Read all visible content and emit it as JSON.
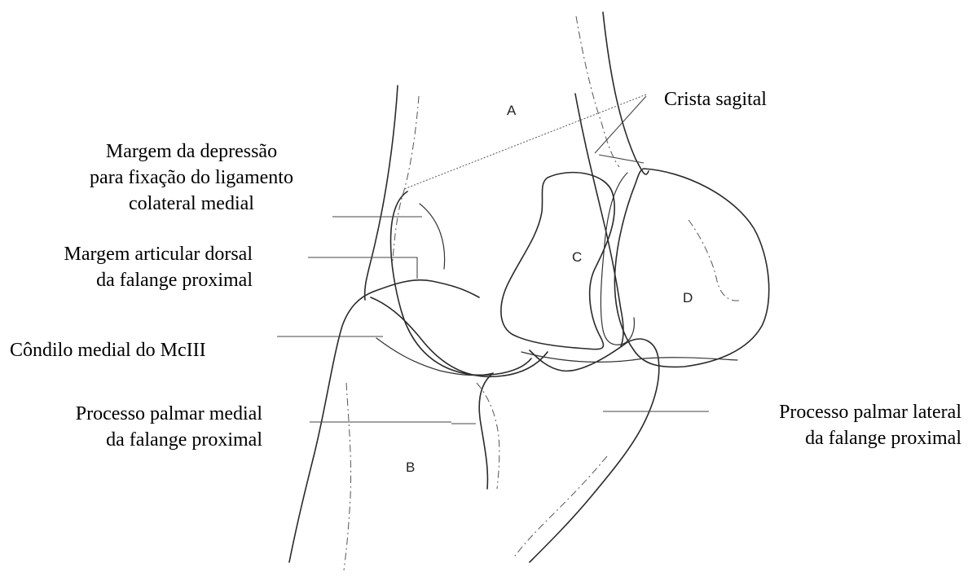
{
  "labels": {
    "crista_sagital": "Crista sagital",
    "margem_depressao": [
      "Margem da depressão",
      "para fixação do ligamento",
      "colateral medial"
    ],
    "margem_articular": [
      "Margem articular dorsal",
      "da falange proximal"
    ],
    "condilo_medial": "Côndilo medial do McIII",
    "processo_medial": [
      "Processo palmar medial",
      "da falange proximal"
    ],
    "processo_lateral": [
      "Processo palmar lateral",
      "da falange proximal"
    ]
  },
  "letters": {
    "a": "A",
    "b": "B",
    "c": "C",
    "d": "D"
  }
}
